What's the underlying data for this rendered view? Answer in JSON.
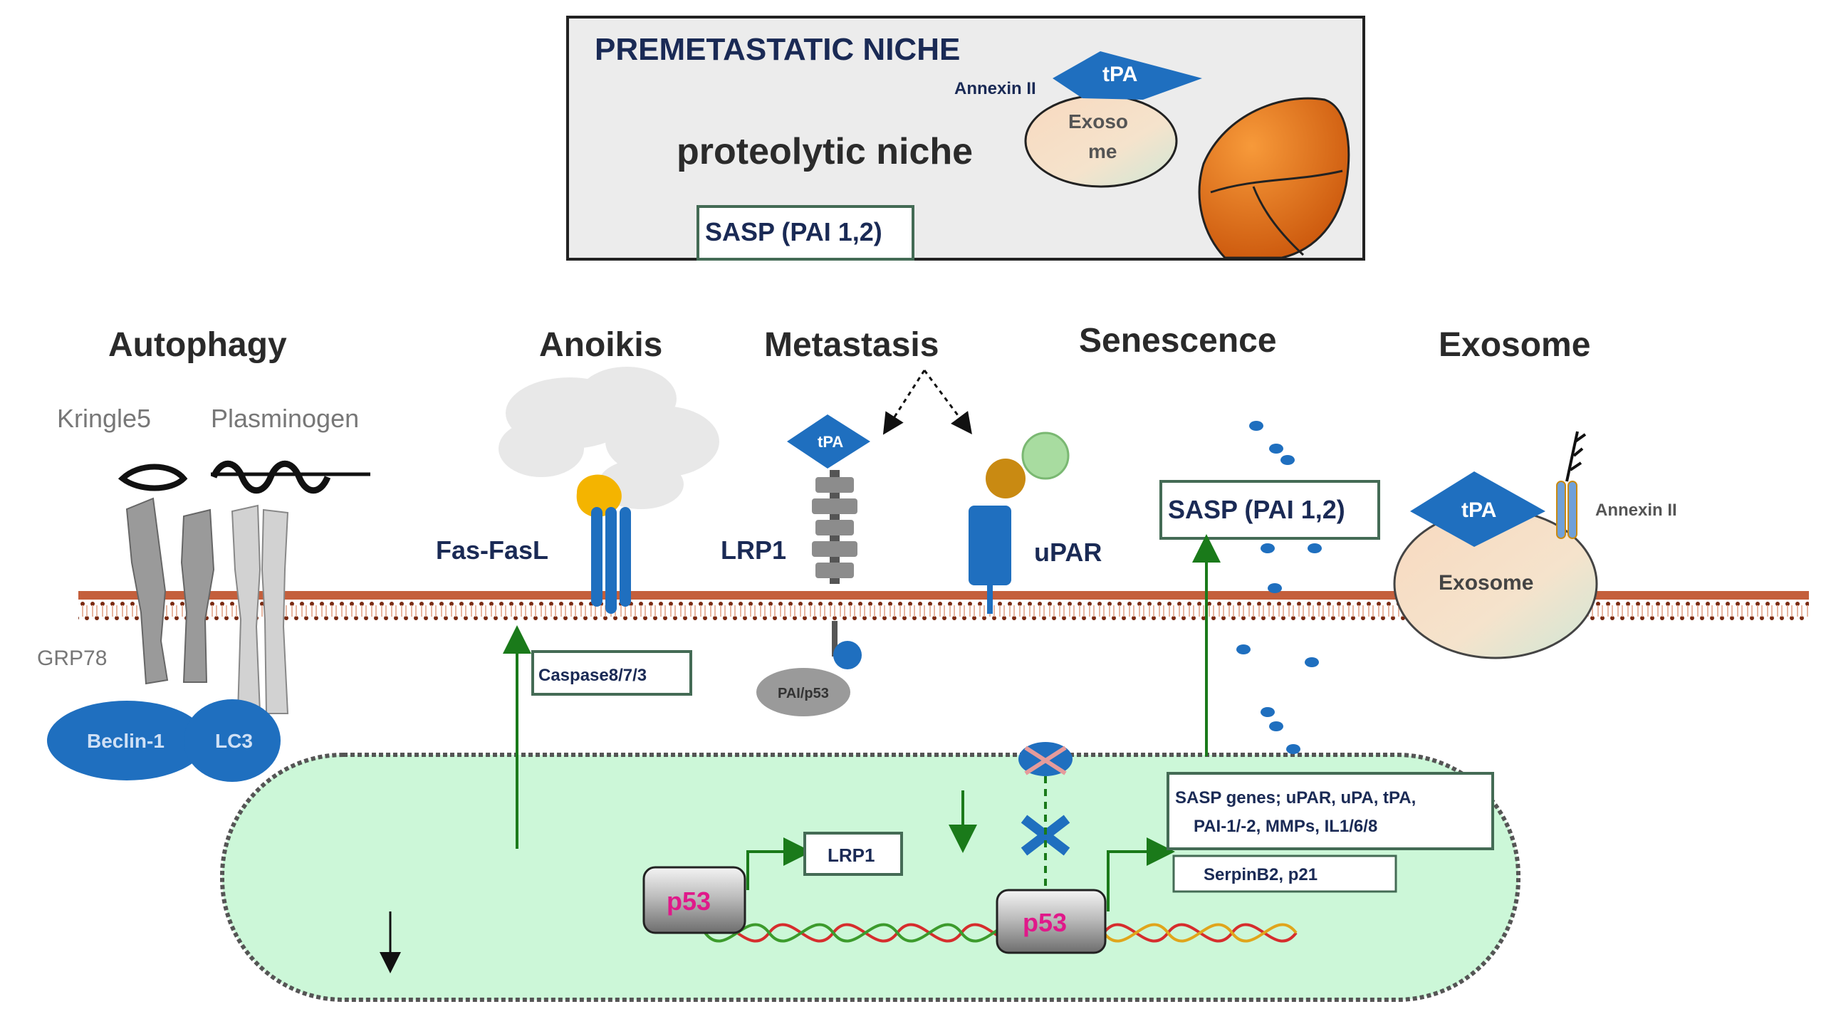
{
  "premetastatic_box": {
    "title": "PREMETASTATIC NICHE",
    "tpa": "tPA",
    "annexin": "Annexin II",
    "exosome_line1": "Exoso",
    "exosome_line2": "me",
    "proteolytic": "proteolytic niche",
    "sasp": "SASP (PAI 1,2)"
  },
  "sections": {
    "autophagy": "Autophagy",
    "anoikis": "Anoikis",
    "metastasis": "Metastasis",
    "senescence": "Senescence",
    "exosome": "Exosome"
  },
  "autophagy": {
    "kringle5": "Kringle5",
    "plasminogen": "Plasminogen",
    "grp78": "GRP78",
    "beclin": "Beclin-1",
    "lc3": "LC3"
  },
  "anoikis": {
    "fasfasl": "Fas-FasL",
    "caspase": "Caspase8/7/3"
  },
  "metastasis": {
    "tpa": "tPA",
    "lrp1": "LRP1",
    "upar": "uPAR",
    "complex": "PAI/p53"
  },
  "senescence": {
    "sasp": "SASP (PAI 1,2)"
  },
  "exosome": {
    "tpa": "tPA",
    "annexin": "Annexin II",
    "body": "Exosome"
  },
  "nucleus": {
    "lrp1_box": "LRP1",
    "sasp_genes_line1": "SASP genes; uPAR, uPA, tPA,",
    "sasp_genes_line2": "PAI-1/-2, MMPs, IL1/6/8",
    "serpinb2": "SerpinB2, p21",
    "p53_left": "p53",
    "p53_right": "p53"
  },
  "colors": {
    "blue": "#1f6fbf",
    "green_arrow": "#1a7a1a",
    "nucleus_fill": "#ccf7d8",
    "p53_text": "#e0198a",
    "liver": "#e26a12",
    "membrane": "#b5532f"
  }
}
